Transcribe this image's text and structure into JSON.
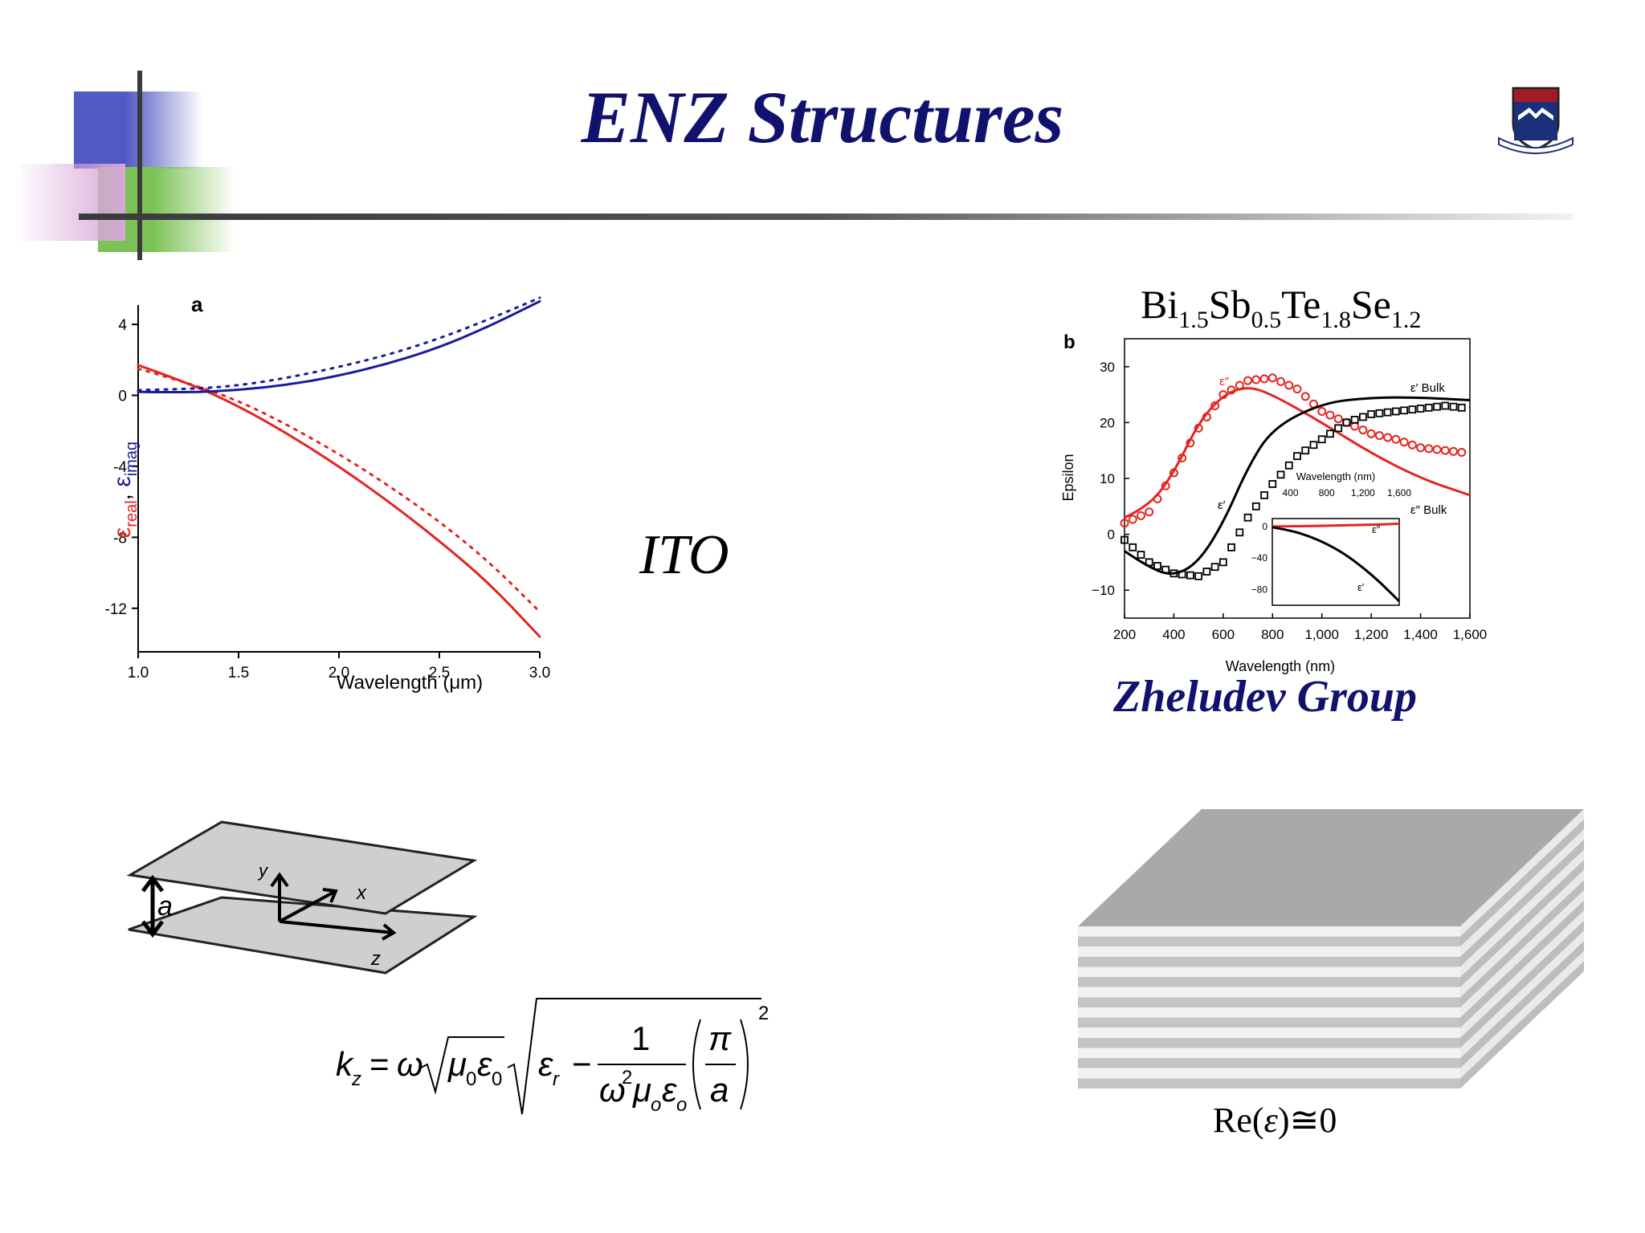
{
  "slide": {
    "title": "ENZ Structures",
    "ito_label": "ITO",
    "material_formula": {
      "parts": [
        {
          "base": "Bi",
          "sub": "1.5"
        },
        {
          "base": "Sb",
          "sub": "0.5"
        },
        {
          "base": "Te",
          "sub": "1.8"
        },
        {
          "base": "Se",
          "sub": "1.2"
        }
      ]
    },
    "group_label": "Zheludev Group",
    "re_eps_label": {
      "pre": "Re(",
      "var": "ε",
      "post": ")≅0"
    },
    "waveguide": {
      "gap_label": "a",
      "axis_x": "x",
      "axis_y": "y",
      "axis_z": "z"
    },
    "equation": {
      "lhs": "k",
      "lhs_sub": "z",
      "eq": "=",
      "omega": "ω",
      "mu0": "μ",
      "eps0": "ε",
      "zero": "0",
      "eps_r": "ε",
      "r": "r",
      "minus": "−",
      "one": "1",
      "omega2": "ω",
      "sq": "2",
      "mu_o": "μ",
      "eps_o": "ε",
      "o": "o",
      "pi": "π",
      "a": "a"
    }
  },
  "colors": {
    "title": "#11116e",
    "red": "#e52420",
    "blue": "#1a1a9a",
    "black": "#000000"
  },
  "chart_data": [
    {
      "type": "line",
      "panel_label": "a",
      "xlabel": "Wavelength (μm)",
      "ylabel": {
        "eps": "ε",
        "real": "real",
        "sep": ", ",
        "imag": "imag"
      },
      "xlim": [
        1.0,
        3.0
      ],
      "ylim": [
        -14,
        5
      ],
      "x_ticks": [
        "1.0",
        "1.5",
        "2.0",
        "2.5",
        "3.0"
      ],
      "y_ticks": [
        "4",
        "0",
        "-4",
        "-8",
        "-12"
      ],
      "series": [
        {
          "style": "solid",
          "color": "#e52420",
          "x": [
            1.0,
            1.25,
            1.5,
            1.75,
            2.0,
            2.25,
            2.5,
            2.75,
            3.0
          ],
          "y": [
            1.7,
            0.7,
            -0.6,
            -2.2,
            -4.0,
            -6.0,
            -8.2,
            -10.6,
            -13.6
          ]
        },
        {
          "style": "dotted",
          "color": "#e52420",
          "x": [
            1.0,
            1.25,
            1.5,
            1.75,
            2.0,
            2.25,
            2.5,
            2.75,
            3.0
          ],
          "y": [
            1.5,
            0.7,
            -0.3,
            -1.7,
            -3.3,
            -5.1,
            -7.1,
            -9.4,
            -12.2
          ]
        },
        {
          "style": "solid",
          "color": "#1a1a9a",
          "x": [
            1.0,
            1.25,
            1.5,
            1.75,
            2.0,
            2.25,
            2.5,
            2.75,
            3.0
          ],
          "y": [
            0.2,
            0.15,
            0.3,
            0.6,
            1.1,
            1.8,
            2.7,
            3.9,
            5.3
          ]
        },
        {
          "style": "dotted",
          "color": "#1a1a9a",
          "x": [
            1.0,
            1.25,
            1.5,
            1.75,
            2.0,
            2.25,
            2.5,
            2.75,
            3.0
          ],
          "y": [
            0.3,
            0.35,
            0.55,
            1.0,
            1.6,
            2.3,
            3.2,
            4.3,
            5.5
          ]
        }
      ]
    },
    {
      "type": "line",
      "panel_label": "b",
      "xlabel": "Wavelength (nm)",
      "ylabel": "Epsilon",
      "xlim": [
        200,
        1600
      ],
      "ylim": [
        -15,
        35
      ],
      "x_ticks": [
        "200",
        "400",
        "600",
        "800",
        "1,000",
        "1,200",
        "1,400",
        "1,600"
      ],
      "y_ticks": [
        "30",
        "20",
        "10",
        "0",
        "−10"
      ],
      "annotations": [
        "ε″",
        "ε′ Bulk",
        "ε′",
        "ε″ Bulk"
      ],
      "series": [
        {
          "style": "solid",
          "color": "#e52420",
          "x": [
            200,
            300,
            400,
            500,
            600,
            700,
            800,
            1000,
            1200,
            1400,
            1600
          ],
          "y": [
            3,
            5,
            11,
            20,
            25,
            26.5,
            25,
            20,
            14.5,
            10,
            7
          ]
        },
        {
          "style": "circles",
          "color": "#e52420",
          "x": [
            200,
            300,
            400,
            500,
            600,
            700,
            800,
            900,
            1000,
            1100,
            1200,
            1300,
            1400,
            1500,
            1600
          ],
          "y": [
            2,
            4,
            11,
            19,
            25,
            27.5,
            28,
            26,
            22,
            20,
            18,
            17,
            15.5,
            15,
            14.5
          ]
        },
        {
          "style": "solid",
          "color": "#000000",
          "x": [
            200,
            300,
            400,
            500,
            600,
            700,
            800,
            1000,
            1200,
            1400,
            1600
          ],
          "y": [
            -3,
            -6,
            -7.5,
            -5,
            2,
            12,
            19,
            23.5,
            24.5,
            24.5,
            24
          ]
        },
        {
          "style": "squares",
          "color": "#000000",
          "x": [
            200,
            300,
            400,
            500,
            600,
            700,
            800,
            900,
            1000,
            1100,
            1200,
            1300,
            1400,
            1500,
            1600
          ],
          "y": [
            -1,
            -5,
            -7,
            -7.5,
            -5,
            3,
            9,
            14,
            17,
            20,
            21.5,
            22,
            22.5,
            23,
            22.5
          ]
        }
      ],
      "inset": {
        "xlabel": "Wavelength (nm)",
        "x_ticks": [
          "400",
          "800",
          "1,200",
          "1,600"
        ],
        "y_ticks": [
          "0",
          "−40",
          "−80"
        ],
        "xlim": [
          200,
          1600
        ],
        "ylim": [
          -100,
          10
        ],
        "labels": [
          "ε″",
          "ε′"
        ],
        "series": [
          {
            "style": "solid",
            "color": "#e52420",
            "x": [
              200,
              600,
              1000,
              1400,
              1600
            ],
            "y": [
              0,
              0.5,
              1.5,
              2.5,
              3.5
            ]
          },
          {
            "style": "solid",
            "color": "#000000",
            "x": [
              200,
              400,
              600,
              800,
              1000,
              1200,
              1400,
              1600
            ],
            "y": [
              -1,
              -5,
              -12,
              -22,
              -35,
              -52,
              -72,
              -95
            ]
          }
        ]
      }
    }
  ]
}
